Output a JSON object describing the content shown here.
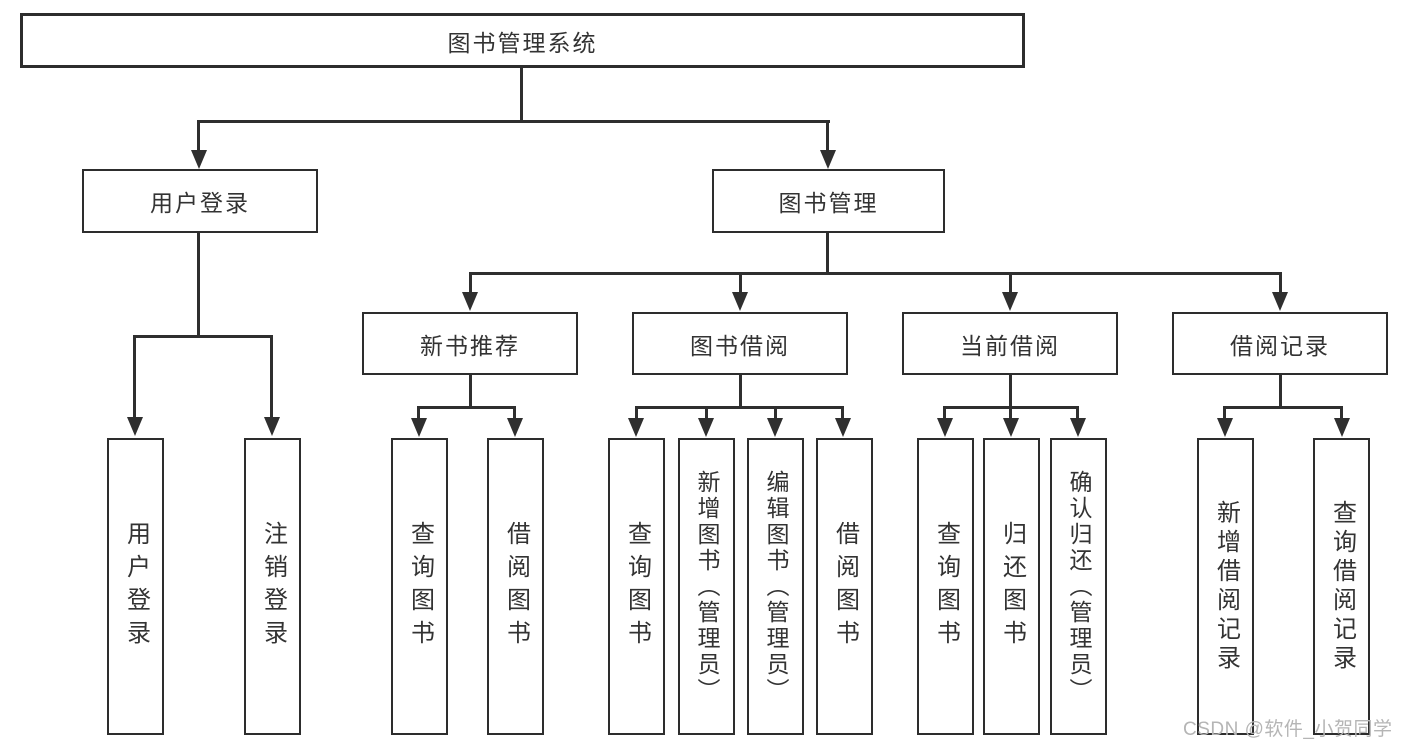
{
  "diagram": {
    "root": {
      "label": "图书管理系统"
    },
    "branches": [
      {
        "label": "用户登录",
        "children": [
          {
            "label": "用户登录"
          },
          {
            "label": "注销登录"
          }
        ]
      },
      {
        "label": "图书管理",
        "children": [
          {
            "label": "新书推荐",
            "children": [
              {
                "label": "查询图书"
              },
              {
                "label": "借阅图书"
              }
            ]
          },
          {
            "label": "图书借阅",
            "children": [
              {
                "label": "查询图书"
              },
              {
                "label": "新增图书（管理员）"
              },
              {
                "label": "编辑图书（管理员）"
              },
              {
                "label": "借阅图书"
              }
            ]
          },
          {
            "label": "当前借阅",
            "children": [
              {
                "label": "查询图书"
              },
              {
                "label": "归还图书"
              },
              {
                "label": "确认归还（管理员）"
              }
            ]
          },
          {
            "label": "借阅记录",
            "children": [
              {
                "label": "新增借阅记录"
              },
              {
                "label": "查询借阅记录"
              }
            ]
          }
        ]
      }
    ]
  },
  "watermark": {
    "text": "CSDN @软件_小贺同学"
  },
  "colors": {
    "line": "#2f2f2f",
    "box_border": "#2d2d2d",
    "text": "#333333",
    "watermark": "#b5b5b5",
    "background": "#ffffff"
  }
}
